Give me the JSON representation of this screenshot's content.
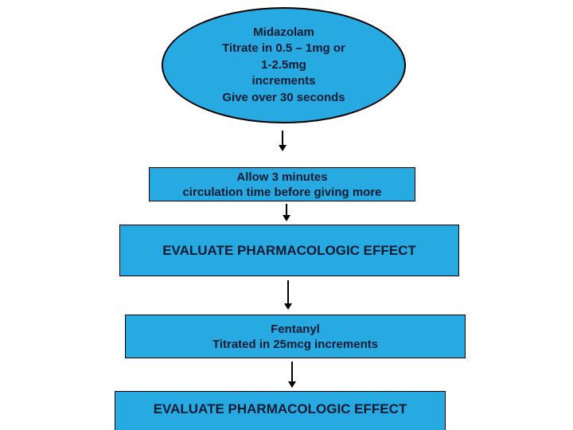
{
  "slide": {
    "background_color": "#ffffff",
    "node_fill_color": "#27a9e2",
    "node_border_color": "#000000",
    "node_text_color": "#0d1b33",
    "arrow_color": "#000000"
  },
  "icons": {
    "down_arrow": "↓"
  },
  "flowchart": {
    "nodes": {
      "midazolam": {
        "shape": "ellipse",
        "lines": [
          "Midazolam",
          "Titrate in 0.5 – 1mg or",
          "1-2.5mg",
          "increments",
          "Give over 30 seconds"
        ]
      },
      "allow_time": {
        "shape": "rectangle",
        "lines": [
          "Allow 3 minutes",
          "circulation time before giving more"
        ]
      },
      "evaluate_1": {
        "shape": "rectangle",
        "label": "EVALUATE PHARMACOLOGIC EFFECT"
      },
      "fentanyl": {
        "shape": "rectangle",
        "lines": [
          "Fentanyl",
          "Titrated in 25mcg increments"
        ]
      },
      "evaluate_2": {
        "shape": "rectangle",
        "label": "EVALUATE PHARMACOLOGIC EFFECT"
      }
    },
    "connections": [
      {
        "from": "midazolam",
        "to": "allow_time",
        "icon": "down-arrow"
      },
      {
        "from": "allow_time",
        "to": "evaluate_1",
        "icon": "down-arrow"
      },
      {
        "from": "evaluate_1",
        "to": "fentanyl",
        "icon": "down-arrow"
      },
      {
        "from": "fentanyl",
        "to": "evaluate_2",
        "icon": "down-arrow"
      }
    ]
  }
}
